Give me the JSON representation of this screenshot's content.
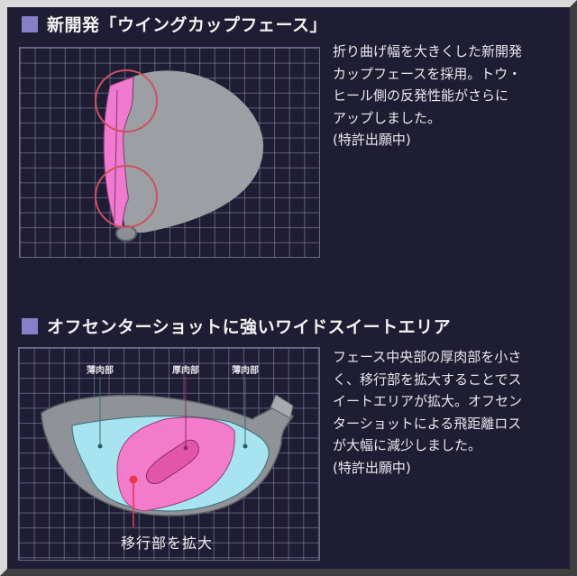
{
  "section1": {
    "title": "新開発「ウイングカップフェース」",
    "description": "折り曲げ幅を大きくした新開発\nカップフェースを採用。トウ・\nヒール側の反発性能がさらに\nアップしました。\n(特許出願中)",
    "diagram": {
      "name": "driver-head-top-view",
      "highlight_color": "#f07ad0",
      "circle_color": "#c9525e",
      "head_color": "#9b9ea3"
    }
  },
  "section2": {
    "title": "オフセンターショットに強いワイドスイートエリア",
    "description": "フェース中央部の厚肉部を小さ\nく、移行部を拡大することでス\nイートエリアが拡大。オフセン\nターショットによる飛距離ロス\nが大幅に減少しました。\n(特許出願中)",
    "diagram": {
      "name": "driver-face-thickness-map",
      "labels": {
        "thin_left": "薄肉部",
        "thick_center": "厚肉部",
        "thin_right": "薄肉部",
        "transition": "移行部を拡大"
      },
      "colors": {
        "thin": "#a7e4ef",
        "transition": "#f27cc9",
        "thick": "#e256a8",
        "body": "#8f9297",
        "marker": "#e8344f"
      }
    }
  },
  "colors": {
    "background": "#1f1d33",
    "bullet": "#8580c8",
    "grid": "#8f8ab4"
  }
}
